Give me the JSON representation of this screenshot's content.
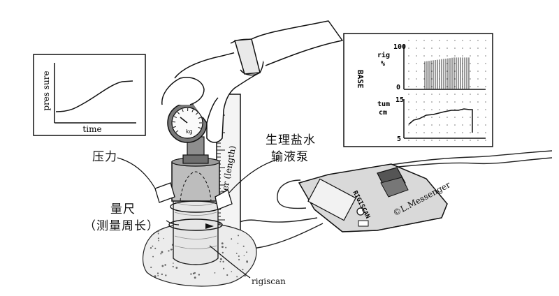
{
  "pressure_graph": {
    "ylabel": "pres sure",
    "xlabel": "time"
  },
  "monitor": {
    "vertical_label": "BASE",
    "top_panel": {
      "label_line1": "rig",
      "label_line2": "%",
      "tick_top": "100",
      "tick_bottom": "0"
    },
    "bottom_panel": {
      "label_line1": "tum",
      "label_line2": "cm",
      "tick_top": "15",
      "tick_bottom": "5"
    }
  },
  "labels": {
    "pressure": "压力",
    "saline_pump_line1": "生理盐水",
    "saline_pump_line2": "输液泵",
    "ruler_line1": "量尺",
    "ruler_line2": "（测量周长）",
    "ruler_length": "ruler (length)",
    "rigiscan": "rigiscan",
    "device_label": "RIGISCAN",
    "copyright": "©L.Messenger",
    "gauge_unit": "kg"
  }
}
